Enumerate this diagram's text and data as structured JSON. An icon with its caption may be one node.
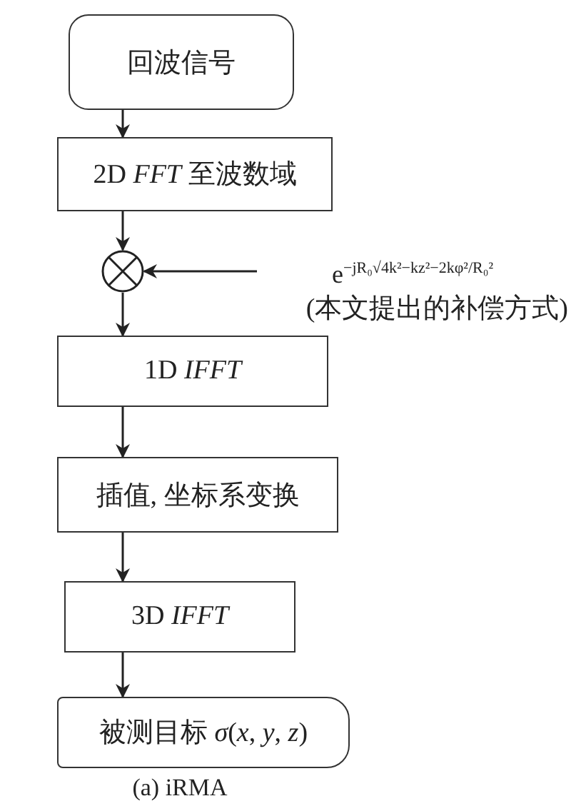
{
  "diagram": {
    "caption": "(a) iRMA",
    "nodes": [
      {
        "text": [
          "回波信号"
        ]
      },
      {
        "text": [
          "2D *FFT* 至波数域"
        ]
      },
      {
        "text": [],
        "shape": "circle"
      },
      {
        "text": [
          "e$^{−jR₀√4k²−kz²−2kφ²/R₀²}$",
          "(本文提出的补偿方式)"
        ]
      },
      {
        "text": [
          "1D *IFFT*"
        ]
      },
      {
        "text": [
          "插值, 坐标系变换"
        ]
      },
      {
        "text": [
          "3D *IFFT*"
        ]
      },
      {
        "text": [
          "被测目标 *σ*(*x*, *y*, *z*)"
        ]
      }
    ],
    "edges": [
      {
        "from": 0,
        "to": 1,
        "arrow": "to"
      },
      {
        "from": 1,
        "to": 2,
        "arrow": "to"
      },
      {
        "from": 3,
        "to": 2,
        "arrow": "to"
      },
      {
        "from": 2,
        "to": 4,
        "arrow": "to"
      },
      {
        "from": 4,
        "to": 5,
        "arrow": "to"
      },
      {
        "from": 5,
        "to": 6,
        "arrow": "to"
      },
      {
        "from": 6,
        "to": 7,
        "arrow": "to"
      }
    ]
  }
}
